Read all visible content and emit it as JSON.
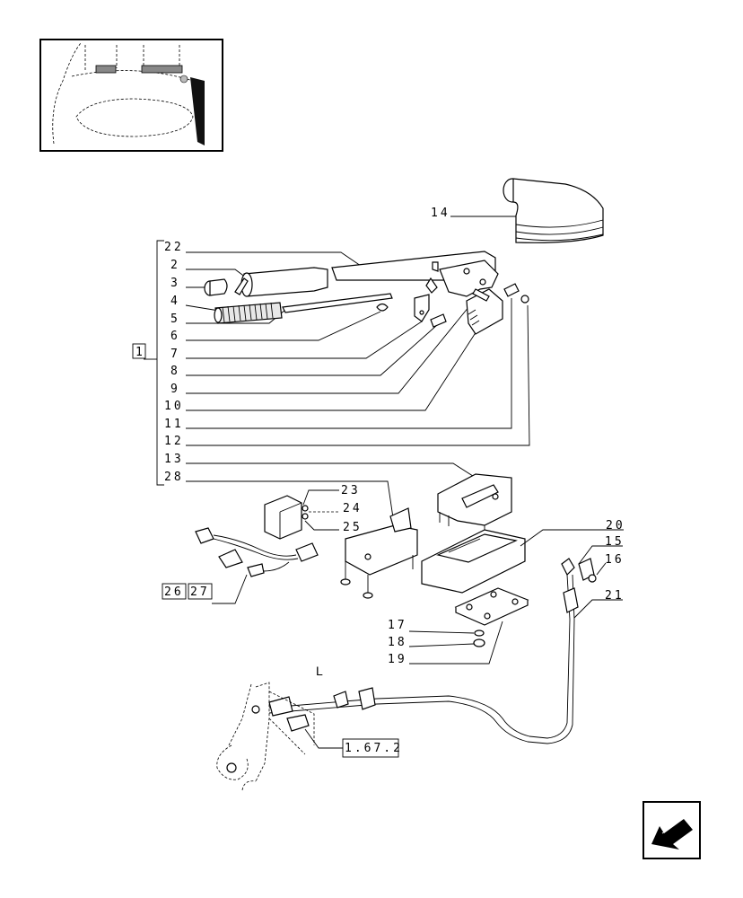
{
  "callouts": {
    "c1": "1",
    "c2": "2",
    "c3": "3",
    "c4": "4",
    "c5": "5",
    "c6": "6",
    "c7": "7",
    "c8": "8",
    "c9": "9",
    "c10": "10",
    "c11": "11",
    "c12": "12",
    "c13": "13",
    "c14": "14",
    "c15": "15",
    "c16": "16",
    "c17": "17",
    "c18": "18",
    "c19": "19",
    "c20": "20",
    "c21": "21",
    "c22": "22",
    "c23": "23",
    "c24": "24",
    "c25": "25",
    "c26": "26",
    "c27": "27",
    "c28": "28"
  },
  "view_label": "L",
  "reference": "1.67.2",
  "icons": {
    "nav": "return-arrow-icon",
    "thumb": "cab-location-thumbnail"
  }
}
